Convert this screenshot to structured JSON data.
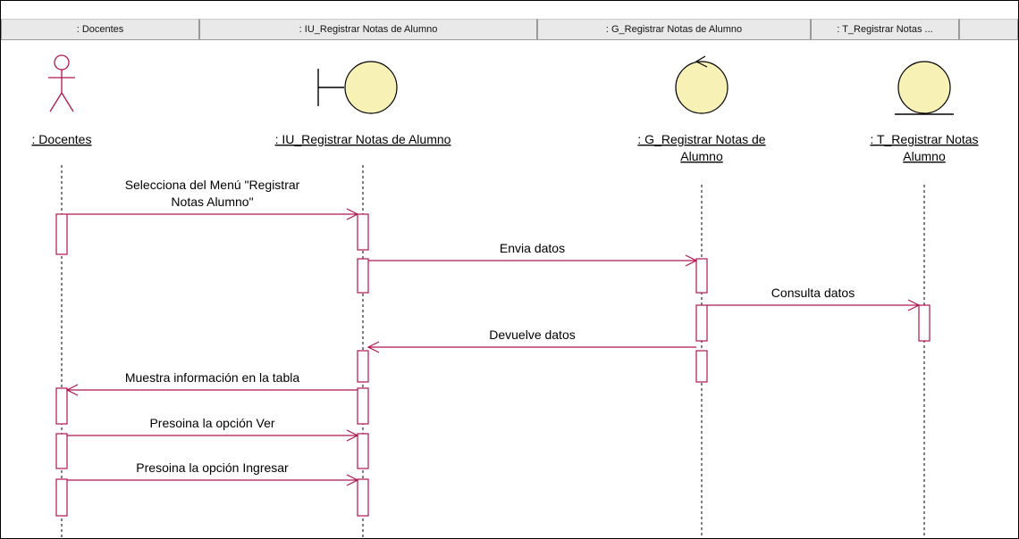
{
  "header": {
    "columns": [
      ": Docentes",
      ": IU_Registrar Notas de Alumno",
      ": G_Registrar Notas de Alumno",
      ": T_Registrar Notas ..."
    ]
  },
  "objects": [
    {
      "kind": "actor",
      "label_lines": [
        ": Docentes"
      ]
    },
    {
      "kind": "boundary",
      "label_lines": [
        ": IU_Registrar Notas de Alumno"
      ]
    },
    {
      "kind": "control",
      "label_lines": [
        ": G_Registrar Notas de",
        "Alumno"
      ]
    },
    {
      "kind": "entity",
      "label_lines": [
        ": T_Registrar Notas",
        "Alumno"
      ]
    }
  ],
  "messages": [
    {
      "from": 0,
      "to": 1,
      "label_lines": [
        "Selecciona del Menú \"Registrar",
        "Notas Alumno\""
      ]
    },
    {
      "from": 1,
      "to": 2,
      "label_lines": [
        "Envia datos"
      ]
    },
    {
      "from": 2,
      "to": 3,
      "label_lines": [
        "Consulta datos"
      ]
    },
    {
      "from": 2,
      "to": 1,
      "label_lines": [
        "Devuelve datos"
      ]
    },
    {
      "from": 1,
      "to": 0,
      "label_lines": [
        "Muestra información en la tabla"
      ]
    },
    {
      "from": 0,
      "to": 1,
      "label_lines": [
        "Presoina la opción Ver"
      ]
    },
    {
      "from": 0,
      "to": 1,
      "label_lines": [
        "Presoina la opción Ingresar"
      ]
    }
  ],
  "colors": {
    "message_line": "#b0144f",
    "object_fill": "#f7f1b5",
    "lifeline": "#000000"
  }
}
